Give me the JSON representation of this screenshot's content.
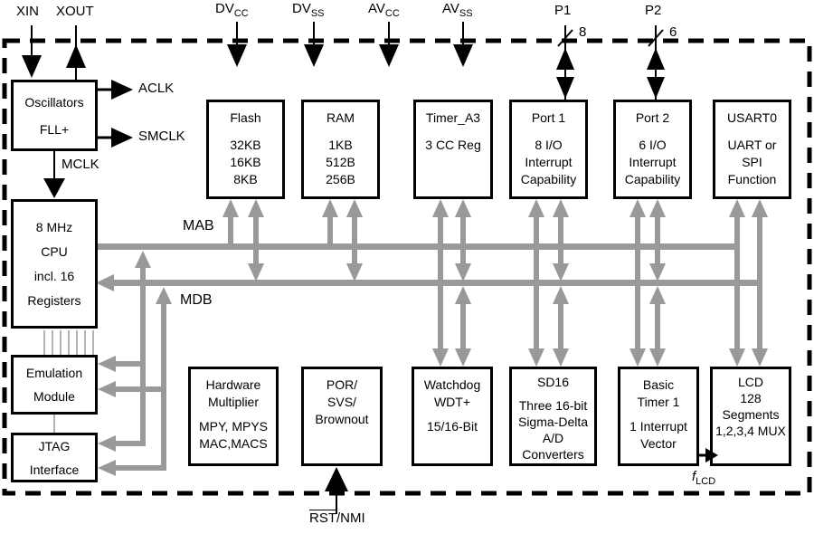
{
  "colors": {
    "connector": "#999999",
    "outline": "#000000",
    "background": "#ffffff"
  },
  "pins": {
    "xin": "XIN",
    "xout": "XOUT",
    "dvcc": {
      "main": "DV",
      "sub": "CC"
    },
    "dvss": {
      "main": "DV",
      "sub": "SS"
    },
    "avcc": {
      "main": "AV",
      "sub": "CC"
    },
    "avss": {
      "main": "AV",
      "sub": "SS"
    },
    "p1": {
      "name": "P1",
      "width": "8"
    },
    "p2": {
      "name": "P2",
      "width": "6"
    },
    "rst": {
      "overline": "RST",
      "rest": "/NMI"
    },
    "flcd": {
      "main": "f",
      "sub": "LCD"
    }
  },
  "clocks": {
    "aclk": "ACLK",
    "smclk": "SMCLK",
    "mclk": "MCLK"
  },
  "buses": {
    "mab": "MAB",
    "mdb": "MDB"
  },
  "blocks": {
    "oscillators": {
      "lines": [
        "Oscillators",
        "FLL+"
      ]
    },
    "cpu": {
      "lines": [
        "8 MHz",
        "CPU",
        "incl. 16",
        "Registers"
      ]
    },
    "emulation": {
      "lines": [
        "Emulation",
        "Module"
      ]
    },
    "jtag": {
      "lines": [
        "JTAG",
        "Interface"
      ]
    },
    "flash": {
      "lines": [
        "Flash",
        "32KB",
        "16KB",
        "8KB"
      ]
    },
    "ram": {
      "lines": [
        "RAM",
        "1KB",
        "512B",
        "256B"
      ]
    },
    "timer_a3": {
      "lines": [
        "Timer_A3",
        "3 CC Reg"
      ]
    },
    "port1": {
      "lines": [
        "Port 1",
        "8 I/O",
        "Interrupt",
        "Capability"
      ]
    },
    "port2": {
      "lines": [
        "Port 2",
        "6 I/O",
        "Interrupt",
        "Capability"
      ]
    },
    "usart0": {
      "lines": [
        "USART0",
        "UART or",
        "SPI",
        "Function"
      ]
    },
    "hw_multiplier": {
      "lines": [
        "Hardware",
        "Multiplier",
        "MPY, MPYS",
        "MAC,MACS"
      ]
    },
    "por_svs": {
      "lines": [
        "POR/",
        "SVS/",
        "Brownout"
      ]
    },
    "watchdog": {
      "lines": [
        "Watchdog",
        "WDT+",
        "15/16-Bit"
      ]
    },
    "sd16": {
      "lines": [
        "SD16",
        "Three 16-bit",
        "Sigma-Delta",
        "A/D",
        "Converters"
      ]
    },
    "basic_timer": {
      "lines": [
        "Basic",
        "Timer 1",
        "1 Interrupt",
        "Vector"
      ]
    },
    "lcd": {
      "lines": [
        "LCD",
        "128",
        "Segments",
        "1,2,3,4 MUX"
      ]
    }
  }
}
